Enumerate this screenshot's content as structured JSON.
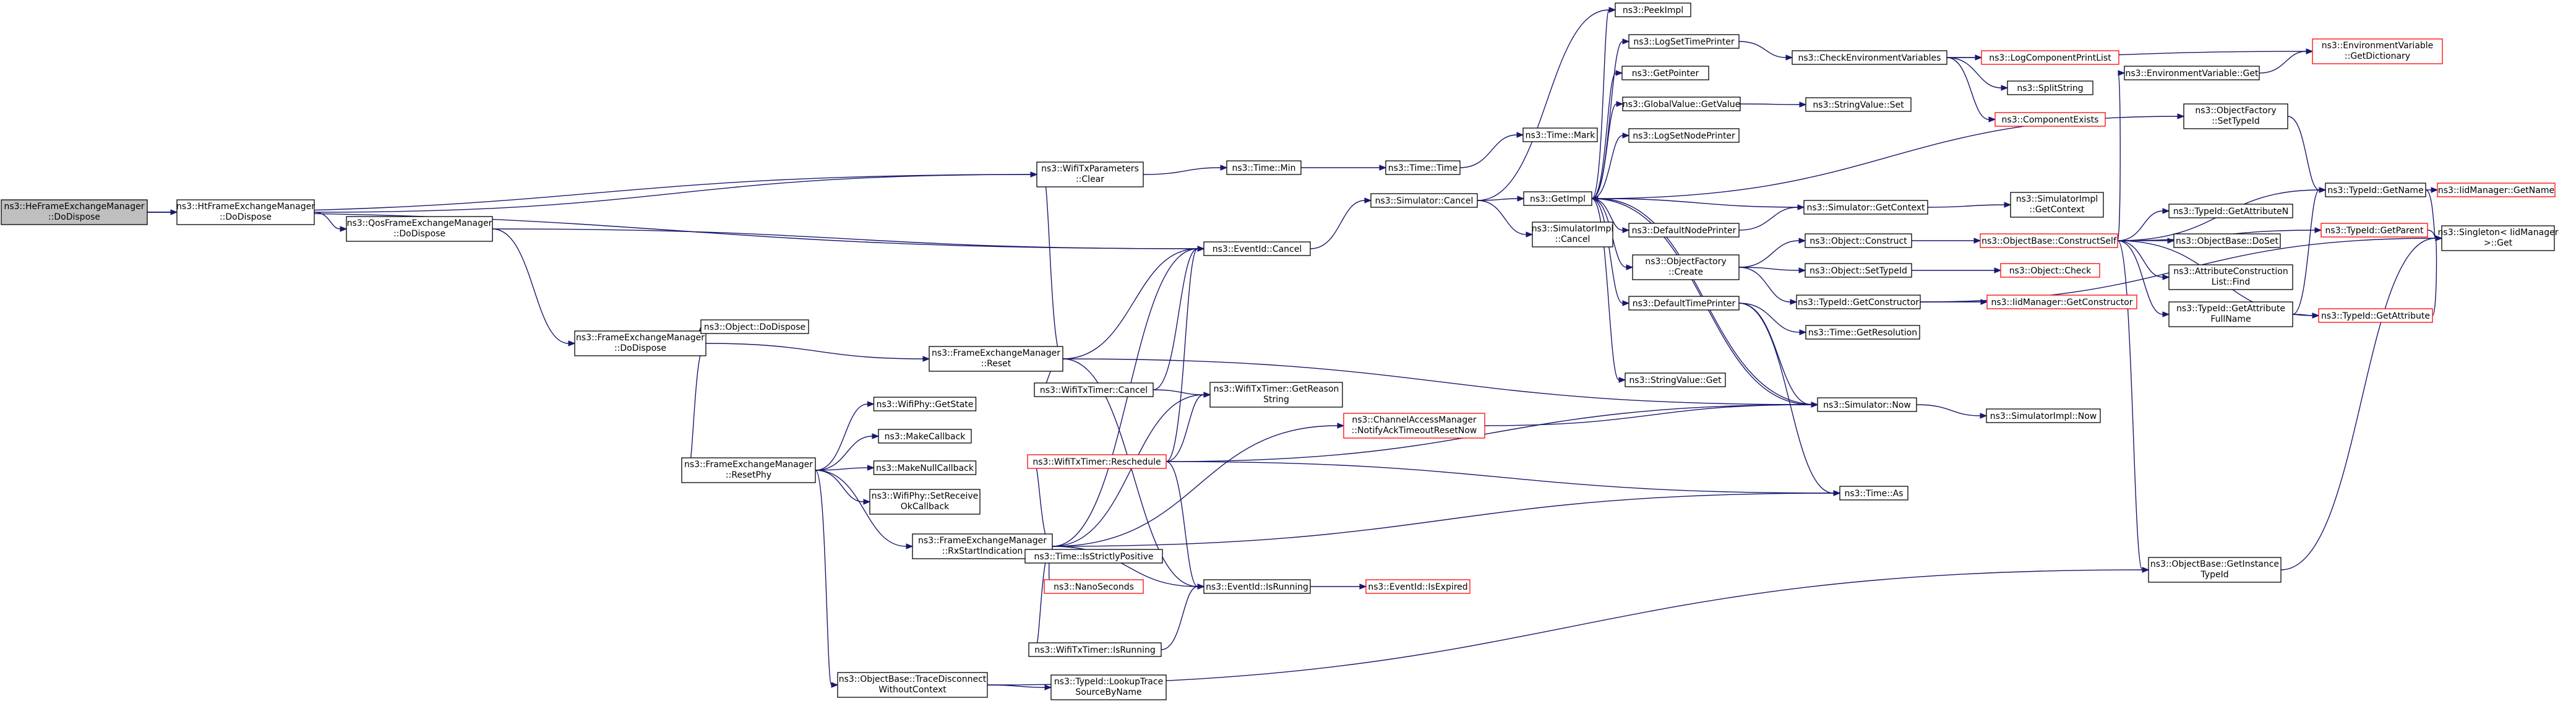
{
  "graph": {
    "nodes": [
      {
        "id": "root",
        "lines": [
          "ns3::HeFrameExchangeManager",
          "::DoDispose"
        ],
        "style": "root"
      },
      {
        "id": "ht_dodispose",
        "lines": [
          "ns3::HtFrameExchangeManager",
          "::DoDispose"
        ]
      },
      {
        "id": "qos_dodispose",
        "lines": [
          "ns3::QosFrameExchangeManager",
          "::DoDispose"
        ]
      },
      {
        "id": "fem_dodispose",
        "lines": [
          "ns3::FrameExchangeManager",
          "::DoDispose"
        ]
      },
      {
        "id": "obj_dodispose",
        "lines": [
          "ns3::Object::DoDispose"
        ]
      },
      {
        "id": "fem_reset",
        "lines": [
          "ns3::FrameExchangeManager",
          "::Reset"
        ]
      },
      {
        "id": "fem_resetphy",
        "lines": [
          "ns3::FrameExchangeManager",
          "::ResetPhy"
        ]
      },
      {
        "id": "wifiphy_getstate",
        "lines": [
          "ns3::WifiPhy::GetState"
        ]
      },
      {
        "id": "makecallback",
        "lines": [
          "ns3::MakeCallback"
        ]
      },
      {
        "id": "makenullcallback",
        "lines": [
          "ns3::MakeNullCallback"
        ]
      },
      {
        "id": "wifiphy_setreceive",
        "lines": [
          "ns3::WifiPhy::SetReceive",
          "OkCallback"
        ]
      },
      {
        "id": "fem_rxstart",
        "lines": [
          "ns3::FrameExchangeManager",
          "::RxStartIndication"
        ]
      },
      {
        "id": "traceDisconnect",
        "lines": [
          "ns3::ObjectBase::TraceDisconnect",
          "WithoutContext"
        ]
      },
      {
        "id": "wifitx_clear",
        "lines": [
          "ns3::WifiTxParameters",
          "::Clear"
        ]
      },
      {
        "id": "eventid_cancel",
        "lines": [
          "ns3::EventId::Cancel"
        ]
      },
      {
        "id": "wifitxtimer_cancel",
        "lines": [
          "ns3::WifiTxTimer::Cancel"
        ]
      },
      {
        "id": "wifitxtimer_getreason",
        "lines": [
          "ns3::WifiTxTimer::GetReason",
          "String"
        ]
      },
      {
        "id": "wifitxtimer_reschedule",
        "lines": [
          "ns3::WifiTxTimer::Reschedule"
        ],
        "style": "red"
      },
      {
        "id": "time_isstrictlypositive",
        "lines": [
          "ns3::Time::IsStrictlyPositive"
        ]
      },
      {
        "id": "nanoseconds",
        "lines": [
          "ns3::NanoSeconds"
        ],
        "style": "red"
      },
      {
        "id": "wifitxtimer_isrunning",
        "lines": [
          "ns3::WifiTxTimer::IsRunning"
        ]
      },
      {
        "id": "typeid_lookuptrace",
        "lines": [
          "ns3::TypeId::LookupTrace",
          "SourceByName"
        ]
      },
      {
        "id": "eventid_isrunning",
        "lines": [
          "ns3::EventId::IsRunning"
        ]
      },
      {
        "id": "eventid_isexpired",
        "lines": [
          "ns3::EventId::IsExpired"
        ],
        "style": "red"
      },
      {
        "id": "chanacc_notify",
        "lines": [
          "ns3::ChannelAccessManager",
          "::NotifyAckTimeoutResetNow"
        ],
        "style": "red"
      },
      {
        "id": "time_min",
        "lines": [
          "ns3::Time::Min"
        ]
      },
      {
        "id": "time_time",
        "lines": [
          "ns3::Time::Time"
        ]
      },
      {
        "id": "time_mark",
        "lines": [
          "ns3::Time::Mark"
        ]
      },
      {
        "id": "sim_cancel",
        "lines": [
          "ns3::Simulator::Cancel"
        ]
      },
      {
        "id": "getimpl",
        "lines": [
          "ns3::GetImpl"
        ]
      },
      {
        "id": "simimpl_cancel",
        "lines": [
          "ns3::SimulatorImpl",
          "::Cancel"
        ]
      },
      {
        "id": "peekimpl",
        "lines": [
          "ns3::PeekImpl"
        ]
      },
      {
        "id": "logsettimeprinter",
        "lines": [
          "ns3::LogSetTimePrinter"
        ]
      },
      {
        "id": "getpointer",
        "lines": [
          "ns3::GetPointer"
        ]
      },
      {
        "id": "globalvalue_getvalue",
        "lines": [
          "ns3::GlobalValue::GetValue"
        ]
      },
      {
        "id": "logsetnodeprinter",
        "lines": [
          "ns3::LogSetNodePrinter"
        ]
      },
      {
        "id": "defaultnodeprinter",
        "lines": [
          "ns3::DefaultNodePrinter"
        ]
      },
      {
        "id": "objectfactory_create",
        "lines": [
          "ns3::ObjectFactory",
          "::Create"
        ]
      },
      {
        "id": "defaulttimeprinter",
        "lines": [
          "ns3::DefaultTimePrinter"
        ]
      },
      {
        "id": "stringvalue_get",
        "lines": [
          "ns3::StringValue::Get"
        ]
      },
      {
        "id": "sim_now",
        "lines": [
          "ns3::Simulator::Now"
        ]
      },
      {
        "id": "time_as",
        "lines": [
          "ns3::Time::As"
        ]
      },
      {
        "id": "checkenv",
        "lines": [
          "ns3::CheckEnvironmentVariables"
        ]
      },
      {
        "id": "logcomponentprintlist",
        "lines": [
          "ns3::LogComponentPrintList"
        ],
        "style": "red"
      },
      {
        "id": "splitstring",
        "lines": [
          "ns3::SplitString"
        ]
      },
      {
        "id": "componentexists",
        "lines": [
          "ns3::ComponentExists"
        ],
        "style": "red"
      },
      {
        "id": "stringvalue_set",
        "lines": [
          "ns3::StringValue::Set"
        ]
      },
      {
        "id": "sim_getcontext",
        "lines": [
          "ns3::Simulator::GetContext"
        ]
      },
      {
        "id": "simimpl_getcontext",
        "lines": [
          "ns3::SimulatorImpl",
          "::GetContext"
        ]
      },
      {
        "id": "object_construct",
        "lines": [
          "ns3::Object::Construct"
        ]
      },
      {
        "id": "object_settypeid",
        "lines": [
          "ns3::Object::SetTypeId"
        ]
      },
      {
        "id": "typeid_getconstructor",
        "lines": [
          "ns3::TypeId::GetConstructor"
        ]
      },
      {
        "id": "time_getresolution",
        "lines": [
          "ns3::Time::GetResolution"
        ]
      },
      {
        "id": "simimpl_now",
        "lines": [
          "ns3::SimulatorImpl::Now"
        ]
      },
      {
        "id": "objectbase_constructself",
        "lines": [
          "ns3::ObjectBase::ConstructSelf"
        ],
        "style": "red"
      },
      {
        "id": "object_check",
        "lines": [
          "ns3::Object::Check"
        ],
        "style": "red"
      },
      {
        "id": "idmanager_getconstructor",
        "lines": [
          "ns3::IidManager::GetConstructor"
        ],
        "style": "red"
      },
      {
        "id": "envvar_get",
        "lines": [
          "ns3::EnvironmentVariable::Get"
        ]
      },
      {
        "id": "envvar_getdict",
        "lines": [
          "ns3::EnvironmentVariable",
          "::GetDictionary"
        ],
        "style": "red"
      },
      {
        "id": "objectfactory_settypeid",
        "lines": [
          "ns3::ObjectFactory",
          "::SetTypeId"
        ]
      },
      {
        "id": "typeid_getattributen",
        "lines": [
          "ns3::TypeId::GetAttributeN"
        ]
      },
      {
        "id": "objectbase_doset",
        "lines": [
          "ns3::ObjectBase::DoSet"
        ]
      },
      {
        "id": "attrconstructionlist_find",
        "lines": [
          "ns3::AttributeConstruction",
          "List::Find"
        ]
      },
      {
        "id": "typeid_getattributefullname",
        "lines": [
          "ns3::TypeId::GetAttribute",
          "FullName"
        ]
      },
      {
        "id": "objectbase_getinstancetypeid",
        "lines": [
          "ns3::ObjectBase::GetInstance",
          "TypeId"
        ]
      },
      {
        "id": "typeid_getname",
        "lines": [
          "ns3::TypeId::GetName"
        ]
      },
      {
        "id": "typeid_getparent",
        "lines": [
          "ns3::TypeId::GetParent"
        ],
        "style": "red"
      },
      {
        "id": "typeid_getattribute",
        "lines": [
          "ns3::TypeId::GetAttribute"
        ],
        "style": "red"
      },
      {
        "id": "iidmanager_getname",
        "lines": [
          "ns3::IidManager::GetName"
        ],
        "style": "red"
      },
      {
        "id": "singleton_get",
        "lines": [
          "ns3::Singleton< IidManager",
          ">::Get"
        ]
      }
    ],
    "edges": [
      [
        "root",
        "ht_dodispose"
      ],
      [
        "root",
        "wifitx_clear"
      ],
      [
        "root",
        "eventid_cancel"
      ],
      [
        "ht_dodispose",
        "qos_dodispose"
      ],
      [
        "ht_dodispose",
        "wifitx_clear"
      ],
      [
        "qos_dodispose",
        "fem_dodispose"
      ],
      [
        "qos_dodispose",
        "eventid_cancel"
      ],
      [
        "fem_dodispose",
        "obj_dodispose"
      ],
      [
        "fem_dodispose",
        "fem_reset"
      ],
      [
        "fem_dodispose",
        "fem_resetphy"
      ],
      [
        "fem_reset",
        "wifitx_clear"
      ],
      [
        "fem_reset",
        "eventid_cancel"
      ],
      [
        "fem_reset",
        "wifitxtimer_cancel"
      ],
      [
        "fem_reset",
        "sim_now"
      ],
      [
        "fem_reset",
        "eventid_isrunning"
      ],
      [
        "fem_resetphy",
        "wifiphy_getstate"
      ],
      [
        "fem_resetphy",
        "makecallback"
      ],
      [
        "fem_resetphy",
        "makenullcallback"
      ],
      [
        "fem_resetphy",
        "wifiphy_setreceive"
      ],
      [
        "fem_resetphy",
        "fem_rxstart"
      ],
      [
        "fem_resetphy",
        "traceDisconnect"
      ],
      [
        "fem_rxstart",
        "eventid_cancel"
      ],
      [
        "fem_rxstart",
        "wifitxtimer_getreason"
      ],
      [
        "fem_rxstart",
        "wifitxtimer_reschedule"
      ],
      [
        "fem_rxstart",
        "chanacc_notify"
      ],
      [
        "fem_rxstart",
        "time_isstrictlypositive"
      ],
      [
        "fem_rxstart",
        "nanoseconds"
      ],
      [
        "fem_rxstart",
        "wifitxtimer_isrunning"
      ],
      [
        "fem_rxstart",
        "eventid_isrunning"
      ],
      [
        "fem_rxstart",
        "time_as"
      ],
      [
        "traceDisconnect",
        "typeid_lookuptrace"
      ],
      [
        "traceDisconnect",
        "objectbase_getinstancetypeid"
      ],
      [
        "wifitxtimer_cancel",
        "eventid_cancel"
      ],
      [
        "wifitxtimer_cancel",
        "wifitxtimer_getreason"
      ],
      [
        "wifitxtimer_reschedule",
        "eventid_cancel"
      ],
      [
        "wifitxtimer_reschedule",
        "wifitxtimer_getreason"
      ],
      [
        "wifitxtimer_reschedule",
        "eventid_isrunning"
      ],
      [
        "wifitxtimer_reschedule",
        "sim_now"
      ],
      [
        "wifitxtimer_reschedule",
        "time_as"
      ],
      [
        "wifitxtimer_isrunning",
        "eventid_isrunning"
      ],
      [
        "eventid_isrunning",
        "eventid_isexpired"
      ],
      [
        "chanacc_notify",
        "sim_now"
      ],
      [
        "wifitx_clear",
        "time_min"
      ],
      [
        "time_min",
        "time_time"
      ],
      [
        "time_time",
        "time_mark"
      ],
      [
        "eventid_cancel",
        "sim_cancel"
      ],
      [
        "sim_cancel",
        "getimpl"
      ],
      [
        "sim_cancel",
        "simimpl_cancel"
      ],
      [
        "sim_cancel",
        "peekimpl"
      ],
      [
        "getimpl",
        "peekimpl"
      ],
      [
        "getimpl",
        "logsettimeprinter"
      ],
      [
        "getimpl",
        "getpointer"
      ],
      [
        "getimpl",
        "globalvalue_getvalue"
      ],
      [
        "getimpl",
        "logsetnodeprinter"
      ],
      [
        "getimpl",
        "defaultnodeprinter"
      ],
      [
        "getimpl",
        "objectfactory_create"
      ],
      [
        "getimpl",
        "defaulttimeprinter"
      ],
      [
        "getimpl",
        "stringvalue_get"
      ],
      [
        "getimpl",
        "sim_now"
      ],
      [
        "getimpl",
        "objectfactory_settypeid"
      ],
      [
        "logsettimeprinter",
        "checkenv"
      ],
      [
        "checkenv",
        "envvar_getdict"
      ],
      [
        "checkenv",
        "logcomponentprintlist"
      ],
      [
        "checkenv",
        "splitstring"
      ],
      [
        "checkenv",
        "componentexists"
      ],
      [
        "globalvalue_getvalue",
        "stringvalue_set"
      ],
      [
        "defaultnodeprinter",
        "sim_getcontext"
      ],
      [
        "sim_getcontext",
        "getimpl"
      ],
      [
        "sim_getcontext",
        "simimpl_getcontext"
      ],
      [
        "objectfactory_create",
        "object_construct"
      ],
      [
        "objectfactory_create",
        "object_settypeid"
      ],
      [
        "objectfactory_create",
        "typeid_getconstructor"
      ],
      [
        "object_construct",
        "objectbase_constructself"
      ],
      [
        "object_settypeid",
        "object_check"
      ],
      [
        "typeid_getconstructor",
        "idmanager_getconstructor"
      ],
      [
        "typeid_getconstructor",
        "singleton_get"
      ],
      [
        "defaulttimeprinter",
        "sim_now"
      ],
      [
        "defaulttimeprinter",
        "time_getresolution"
      ],
      [
        "defaulttimeprinter",
        "time_as"
      ],
      [
        "sim_now",
        "getimpl"
      ],
      [
        "sim_now",
        "simimpl_now"
      ],
      [
        "objectbase_constructself",
        "envvar_get"
      ],
      [
        "objectbase_constructself",
        "typeid_getname"
      ],
      [
        "objectbase_constructself",
        "typeid_getparent"
      ],
      [
        "objectbase_constructself",
        "typeid_getattributen"
      ],
      [
        "objectbase_constructself",
        "objectbase_doset"
      ],
      [
        "objectbase_constructself",
        "attrconstructionlist_find"
      ],
      [
        "objectbase_constructself",
        "typeid_getattributefullname"
      ],
      [
        "objectbase_constructself",
        "typeid_getattribute"
      ],
      [
        "objectbase_constructself",
        "objectbase_getinstancetypeid"
      ],
      [
        "envvar_get",
        "envvar_getdict"
      ],
      [
        "objectfactory_settypeid",
        "typeid_getname"
      ],
      [
        "typeid_getname",
        "iidmanager_getname"
      ],
      [
        "typeid_getname",
        "singleton_get"
      ],
      [
        "typeid_getparent",
        "singleton_get"
      ],
      [
        "typeid_getattributefullname",
        "typeid_getname"
      ],
      [
        "typeid_getattributefullname",
        "typeid_getattribute"
      ],
      [
        "typeid_getattribute",
        "singleton_get"
      ],
      [
        "objectbase_getinstancetypeid",
        "singleton_get"
      ]
    ]
  }
}
